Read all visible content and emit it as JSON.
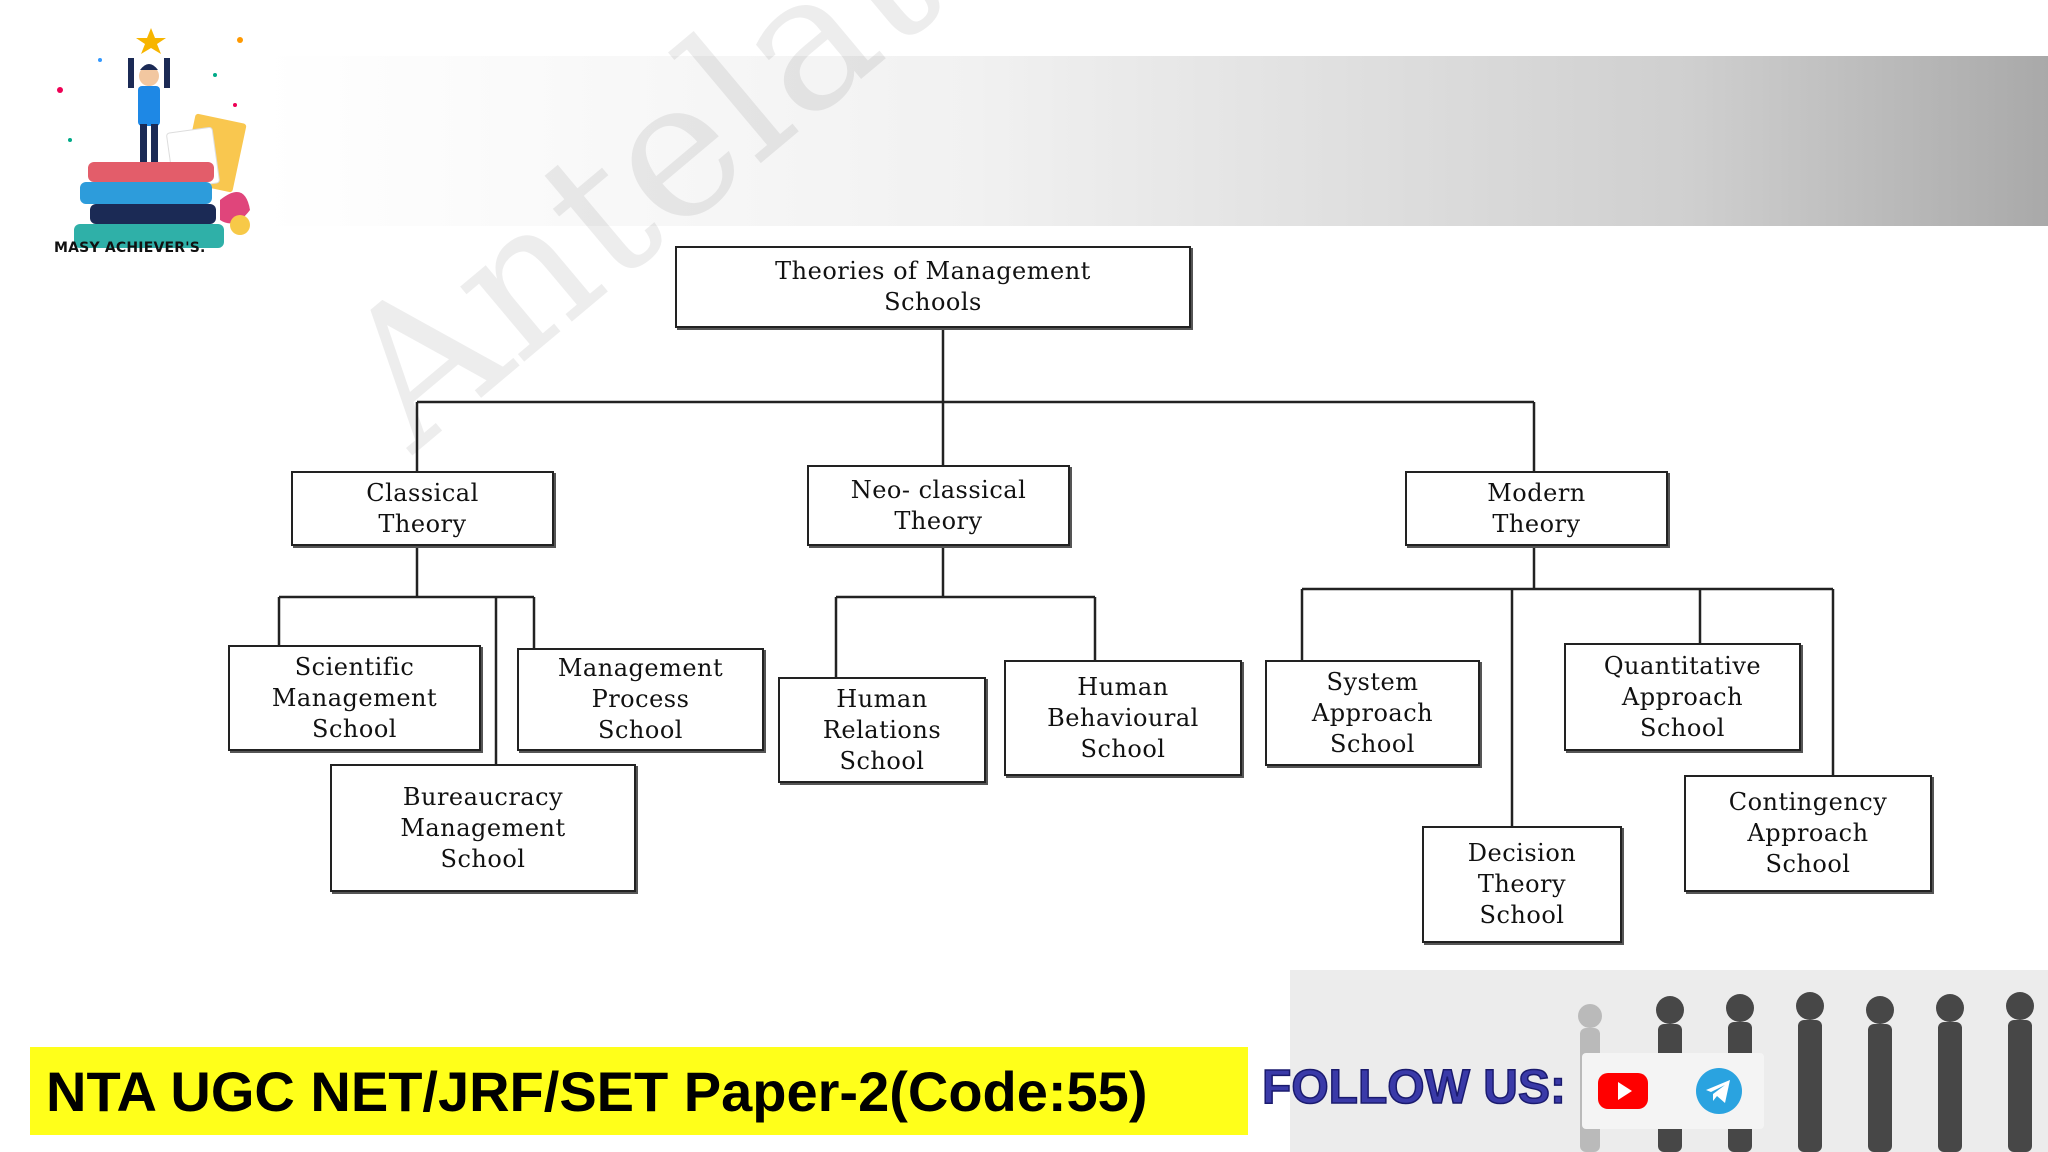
{
  "logo": {
    "text": "MASY ACHIEVER'S."
  },
  "watermark": "Antelate Aca",
  "diagram": {
    "root": "Theories of Management\nSchools",
    "classical": "Classical\nTheory",
    "neo_classical": "Neo- classical\nTheory",
    "modern": "Modern\nTheory",
    "scientific": "Scientific\nManagement\nSchool",
    "management_process": "Management\nProcess\nSchool",
    "bureaucracy": "Bureaucracy\nManagement\nSchool",
    "human_relations": "Human\nRelations\nSchool",
    "human_behavioural": "Human\nBehavioural\nSchool",
    "system_approach": "System\nApproach\nSchool",
    "quantitative": "Quantitative\nApproach\nSchool",
    "decision_theory": "Decision\nTheory\nSchool",
    "contingency": "Contingency\nApproach\nSchool"
  },
  "footer": {
    "title": "NTA UGC NET/JRF/SET Paper-2(Code:55)",
    "follow": "FOLLOW US:",
    "social_icons": [
      "youtube-icon",
      "telegram-icon"
    ]
  },
  "colors": {
    "highlight": "#ffff1a",
    "follow_text": "#3a3aa8",
    "youtube": "#ff0000",
    "telegram": "#2aa3e0"
  }
}
